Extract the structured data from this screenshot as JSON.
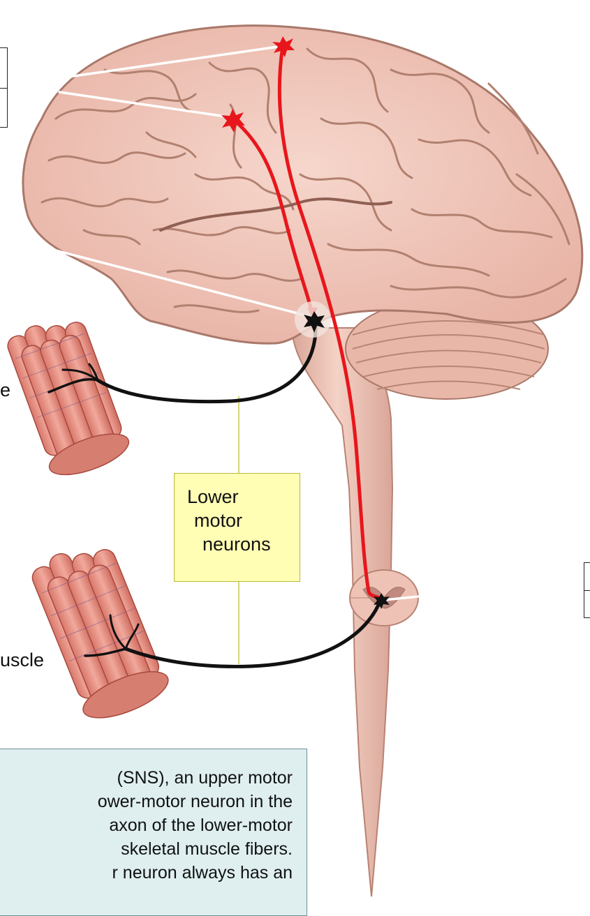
{
  "labels": {
    "lower_motor_neurons": [
      "Lower",
      "motor",
      "neurons"
    ],
    "muscle_partial_top": "e",
    "muscle_partial_bottom": "uscle"
  },
  "info_text": [
    "(SNS), an upper motor",
    "ower-motor neuron in the",
    "axon of the lower-motor",
    "skeletal muscle fibers.",
    "r neuron always has an"
  ],
  "colors": {
    "brain_fill": "#f2c8bc",
    "brain_outline": "#a9786a",
    "upper_motor_neuron": "#e8161c",
    "lower_motor_neuron": "#111111",
    "muscle_fill": "#e58a7c",
    "info_box_bg": "#dfeff0",
    "yellow_box_bg": "#fffeb4"
  }
}
